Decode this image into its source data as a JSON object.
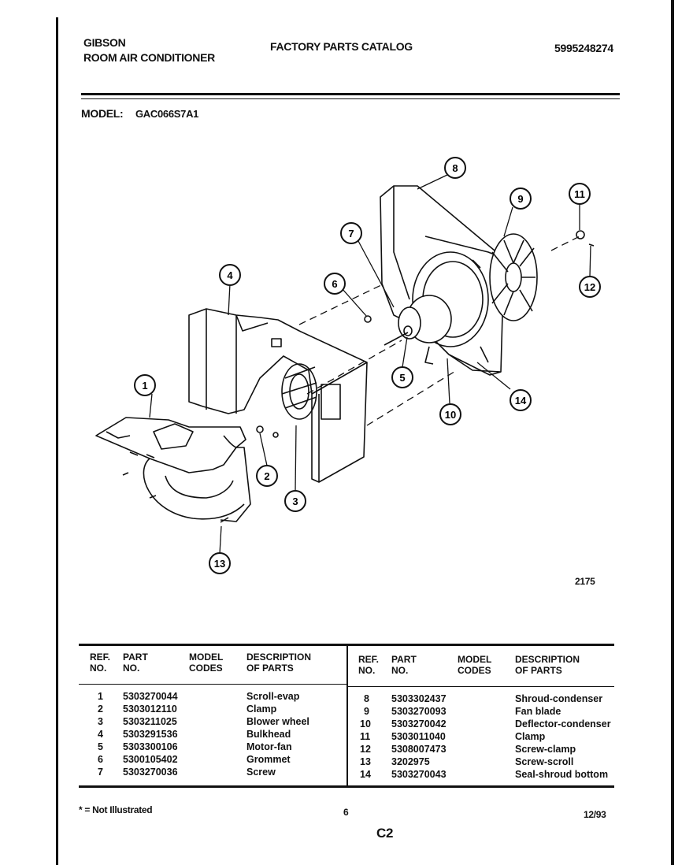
{
  "header": {
    "brand": "GIBSON",
    "product": "ROOM AIR CONDITIONER",
    "catalog_title": "FACTORY PARTS CATALOG",
    "catalog_number": "5995248274",
    "model_label": "MODEL:",
    "model_number": "GAC066S7A1"
  },
  "diagram": {
    "callouts": [
      "1",
      "2",
      "3",
      "4",
      "5",
      "6",
      "7",
      "8",
      "9",
      "10",
      "11",
      "12",
      "13",
      "14"
    ],
    "figure_number": "2175"
  },
  "parts_table": {
    "columns": {
      "ref_no": [
        "REF.",
        "NO."
      ],
      "part_no": [
        "PART",
        "NO."
      ],
      "model_codes": [
        "MODEL",
        "CODES"
      ],
      "description": [
        "DESCRIPTION",
        "OF PARTS"
      ]
    },
    "left_rows": [
      {
        "ref": "1",
        "part": "5303270044",
        "desc": "Scroll-evap"
      },
      {
        "ref": "2",
        "part": "5303012110",
        "desc": "Clamp"
      },
      {
        "ref": "3",
        "part": "5303211025",
        "desc": "Blower wheel"
      },
      {
        "ref": "4",
        "part": "5303291536",
        "desc": "Bulkhead"
      },
      {
        "ref": "5",
        "part": "5303300106",
        "desc": "Motor-fan"
      },
      {
        "ref": "6",
        "part": "5300105402",
        "desc": "Grommet"
      },
      {
        "ref": "7",
        "part": "5303270036",
        "desc": "Screw"
      }
    ],
    "right_rows": [
      {
        "ref": "8",
        "part": "5303302437",
        "desc": "Shroud-condenser"
      },
      {
        "ref": "9",
        "part": "5303270093",
        "desc": "Fan blade"
      },
      {
        "ref": "10",
        "part": "5303270042",
        "desc": "Deflector-condenser"
      },
      {
        "ref": "11",
        "part": "5303011040",
        "desc": "Clamp"
      },
      {
        "ref": "12",
        "part": "5308007473",
        "desc": "Screw-clamp"
      },
      {
        "ref": "13",
        "part": "3202975",
        "desc": "Screw-scroll"
      },
      {
        "ref": "14",
        "part": "5303270043",
        "desc": "Seal-shroud bottom"
      }
    ]
  },
  "footer": {
    "not_illustrated_note": "* = Not Illustrated",
    "page_number": "6",
    "date": "12/93",
    "section": "C2"
  }
}
